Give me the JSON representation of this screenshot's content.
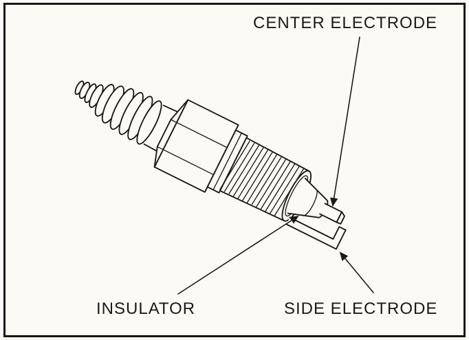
{
  "diagram": {
    "labels": {
      "center_electrode": "CENTER ELECTRODE",
      "insulator": "INSULATOR",
      "side_electrode": "SIDE ELECTRODE"
    },
    "colors": {
      "line": "#1a1a1a",
      "background": "#fbfaf5",
      "border": "#161616"
    }
  }
}
